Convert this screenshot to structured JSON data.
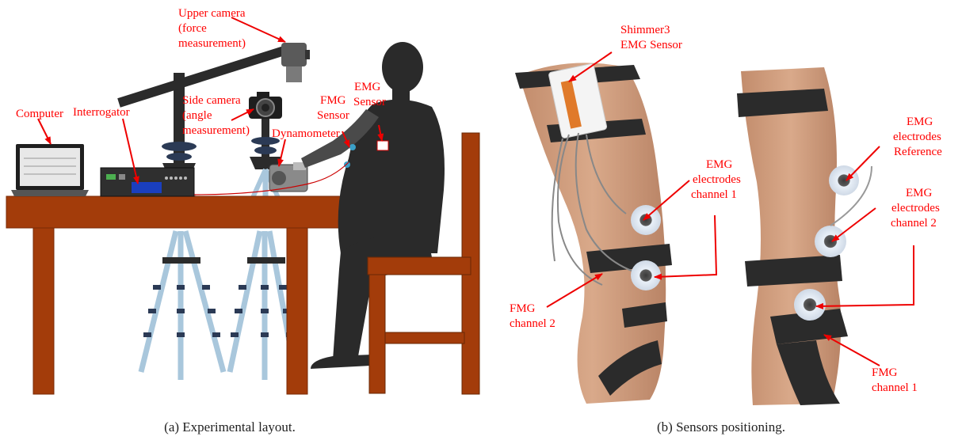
{
  "panel_a": {
    "caption": "(a) Experimental layout.",
    "labels": {
      "upper_camera": [
        "Upper camera",
        "(force",
        "measurement)"
      ],
      "computer": "Computer",
      "interrogator": "Interrogator",
      "side_camera": [
        "Side camera",
        "(angle",
        "measurement)"
      ],
      "fmg_sensor": [
        "FMG",
        "Sensor"
      ],
      "emg_sensor": [
        "EMG",
        "Sensor"
      ],
      "dynamometer": "Dynamometer"
    }
  },
  "panel_b": {
    "caption": "(b) Sensors positioning.",
    "labels": {
      "shimmer": [
        "Shimmer3",
        "EMG Sensor"
      ],
      "emg_ch1": [
        "EMG",
        "electrodes",
        "channel 1"
      ],
      "emg_ref": [
        "EMG",
        "electrodes",
        "Reference"
      ],
      "emg_ch2": [
        "EMG",
        "electrodes",
        "channel 2"
      ],
      "fmg_ch2": [
        "FMG",
        "channel 2"
      ],
      "fmg_ch1": [
        "FMG",
        "channel 1"
      ]
    }
  },
  "colors": {
    "annotation": "#ff0000",
    "table": "#a33c0a",
    "tripod": "#a9c7dc",
    "silhouette": "#2a2a2a"
  }
}
